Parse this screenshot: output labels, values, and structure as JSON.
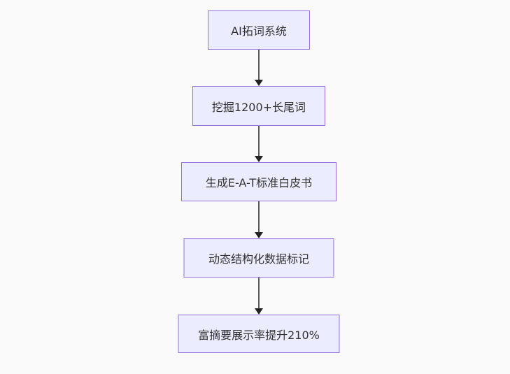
{
  "diagram": {
    "type": "flowchart",
    "direction": "top-down",
    "nodes": [
      {
        "id": "n1",
        "label": "AI拓词系统"
      },
      {
        "id": "n2",
        "label": "挖掘1200+长尾词"
      },
      {
        "id": "n3",
        "label": "生成E-A-T标准白皮书"
      },
      {
        "id": "n4",
        "label": "动态结构化数据标记"
      },
      {
        "id": "n5",
        "label": "富摘要展示率提升210%"
      }
    ],
    "edges": [
      {
        "from": "n1",
        "to": "n2"
      },
      {
        "from": "n2",
        "to": "n3"
      },
      {
        "from": "n3",
        "to": "n4"
      },
      {
        "from": "n4",
        "to": "n5"
      }
    ],
    "colors": {
      "node_fill": "#ECECFF",
      "node_border": "#9370DB",
      "edge_line": "#5a5a5a",
      "edge_head": "#222222",
      "text": "#333333",
      "background": "#fafafa"
    }
  }
}
